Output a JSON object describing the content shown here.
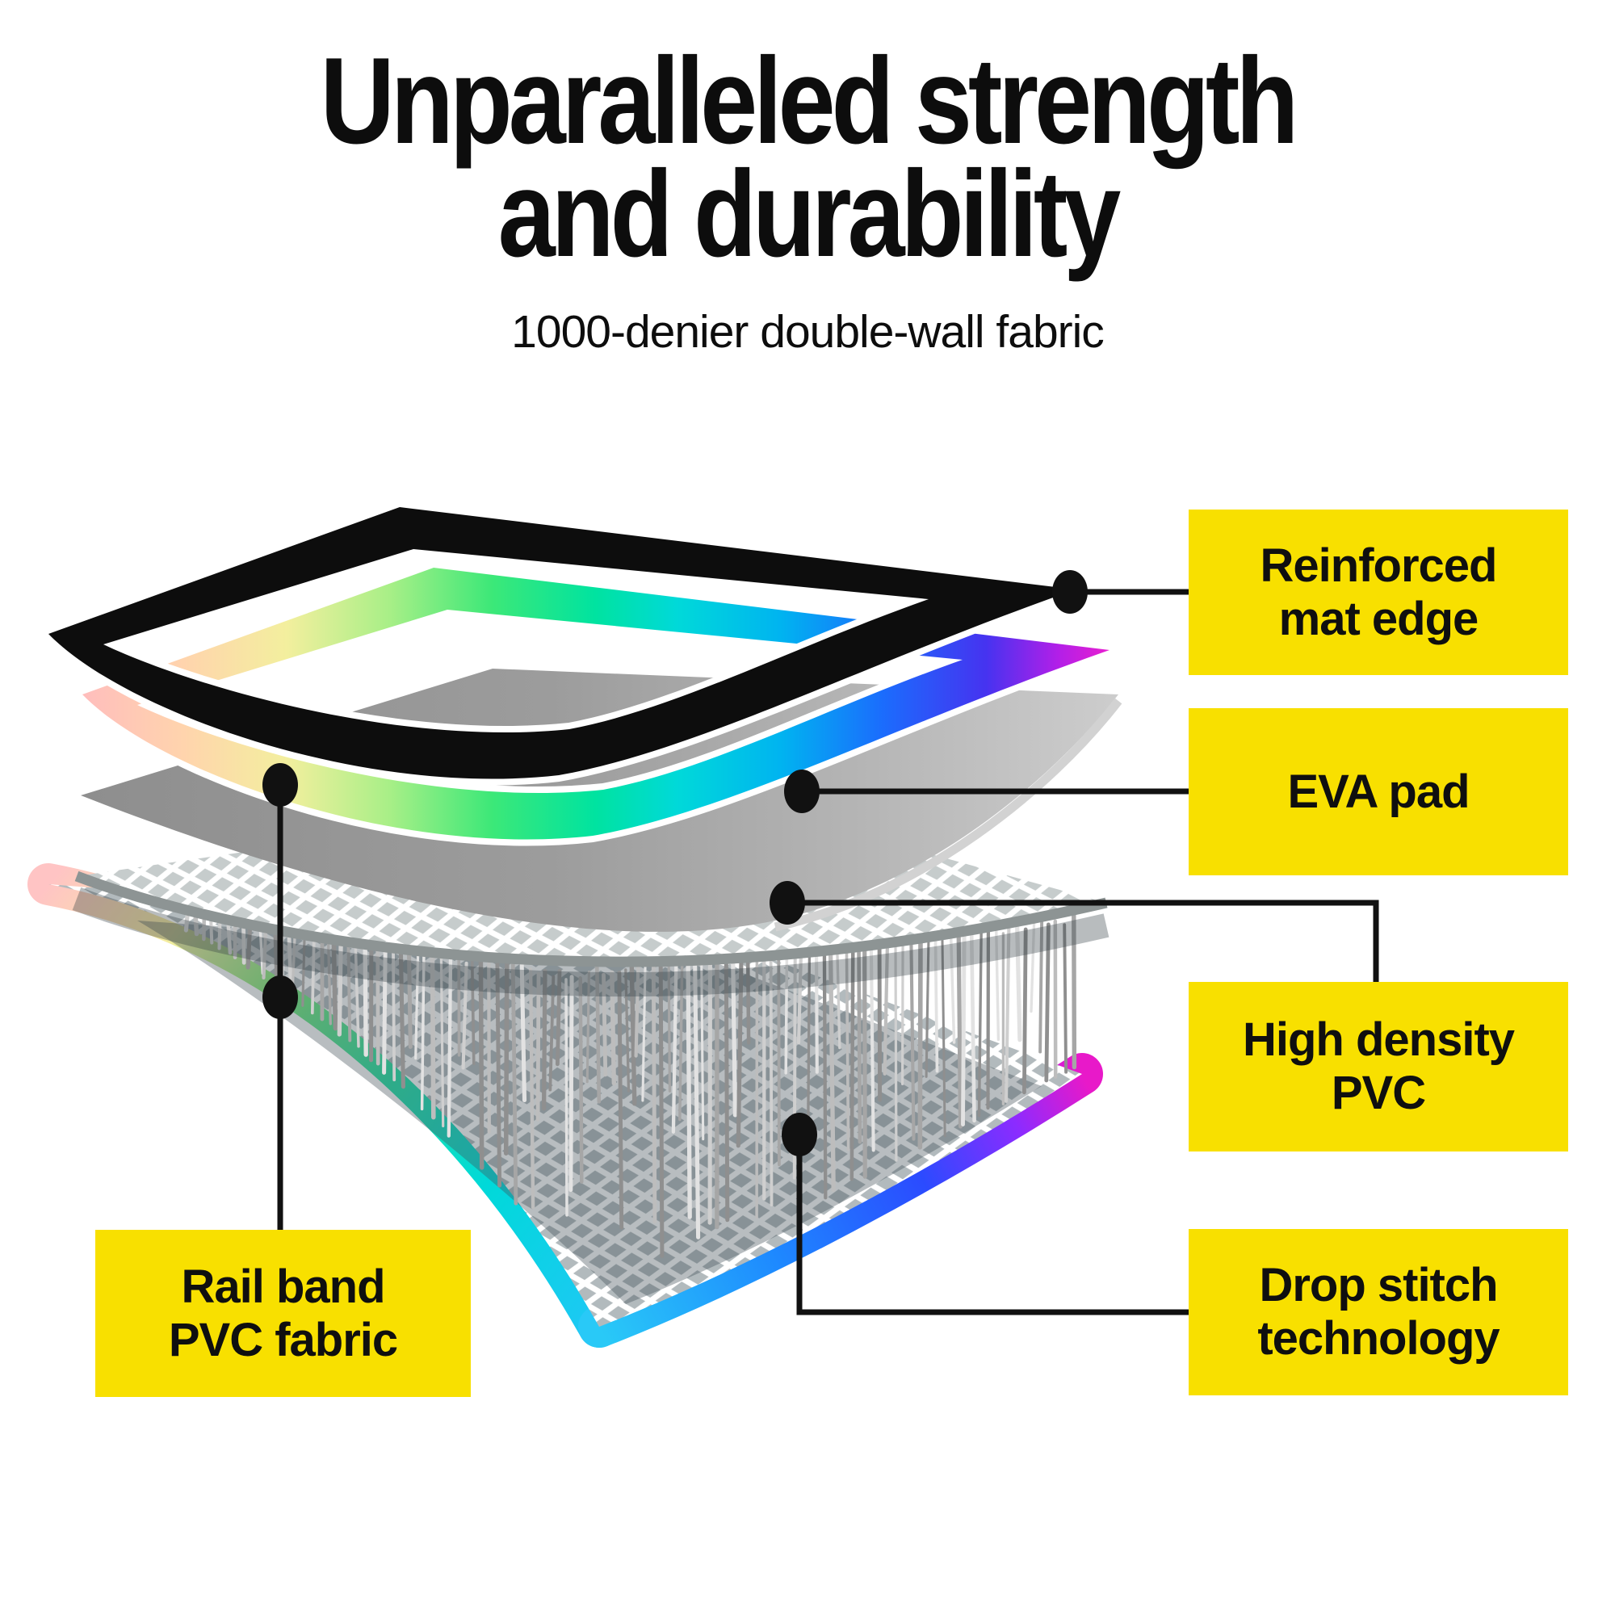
{
  "header": {
    "title_line1": "Unparalleled strength",
    "title_line2": "and durability",
    "subtitle": "1000-denier double-wall fabric"
  },
  "labels": {
    "reinforced_mat_edge": {
      "line1": "Reinforced",
      "line2": "mat edge"
    },
    "eva_pad": {
      "line1": "EVA pad",
      "line2": ""
    },
    "high_density_pvc": {
      "line1": "High density",
      "line2": "PVC"
    },
    "drop_stitch": {
      "line1": "Drop stitch",
      "line2": "technology"
    },
    "rail_band": {
      "line1": "Rail band",
      "line2": "PVC fabric"
    }
  },
  "colors": {
    "accent_yellow": "#F8E000",
    "label_text": "#0f0f0f",
    "title_text": "#0d0d0d",
    "connector": "#111111"
  }
}
